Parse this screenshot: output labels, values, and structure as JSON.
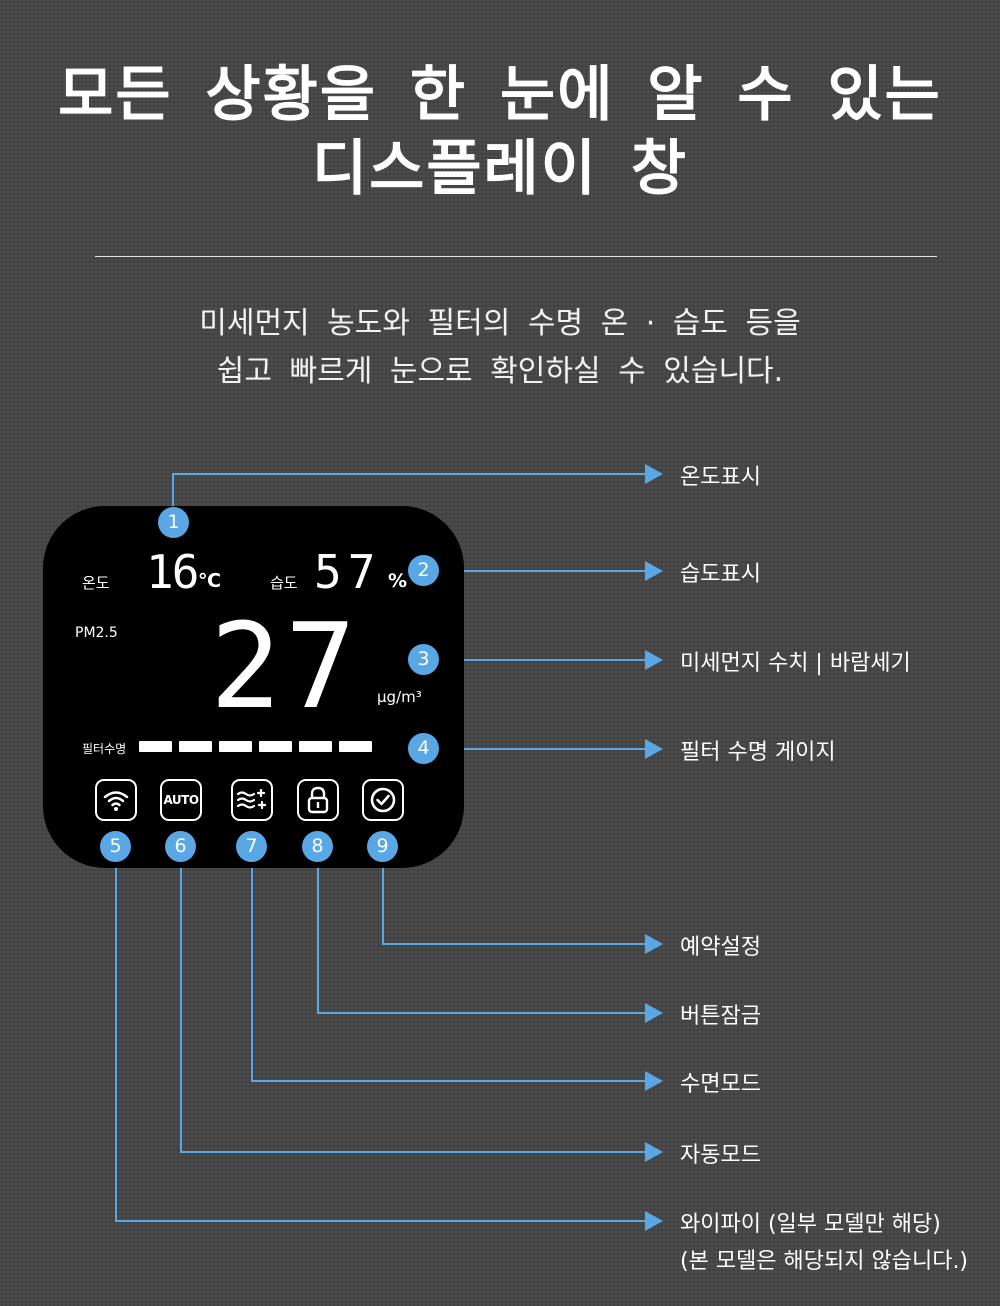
{
  "title": {
    "line1": "모든 상황을 한 눈에 알 수 있는",
    "line2": "디스플레이 창"
  },
  "subtitle": {
    "line1": "미세먼지 농도와 필터의 수명 온 · 습도 등을",
    "line2": "쉽고 빠르게 눈으로 확인하실 수 있습니다."
  },
  "display": {
    "temp_label": "온도",
    "temp_value": "16",
    "temp_unit": "℃",
    "humidity_label": "습도",
    "humidity_value": "57",
    "humidity_unit": "%",
    "pm_label": "PM2.5",
    "pm_value": "27",
    "pm_unit": "μg/m³",
    "filter_label": "필터수명",
    "filter_segments": 6,
    "auto_label": "AUTO"
  },
  "badges": [
    "1",
    "2",
    "3",
    "4",
    "5",
    "6",
    "7",
    "8",
    "9"
  ],
  "labels": {
    "l1": "온도표시",
    "l2": "습도표시",
    "l3": "미세먼지 수치 | 바람세기",
    "l4": "필터 수명 게이지",
    "l9": "예약설정",
    "l8": "버튼잠금",
    "l7": "수면모드",
    "l6": "자동모드",
    "l5a": "와이파이 (일부 모델만 해당)",
    "l5b": "(본 모델은 해당되지 않습니다.)"
  },
  "icons": {
    "wifi": "wifi-icon",
    "auto": "auto-icon",
    "sleep": "sleep-mode-icon",
    "lock": "lock-icon",
    "timer": "clock-icon"
  },
  "colors": {
    "accent": "#5aa7e6",
    "background": "#4a4a4a",
    "panel": "#000000"
  }
}
